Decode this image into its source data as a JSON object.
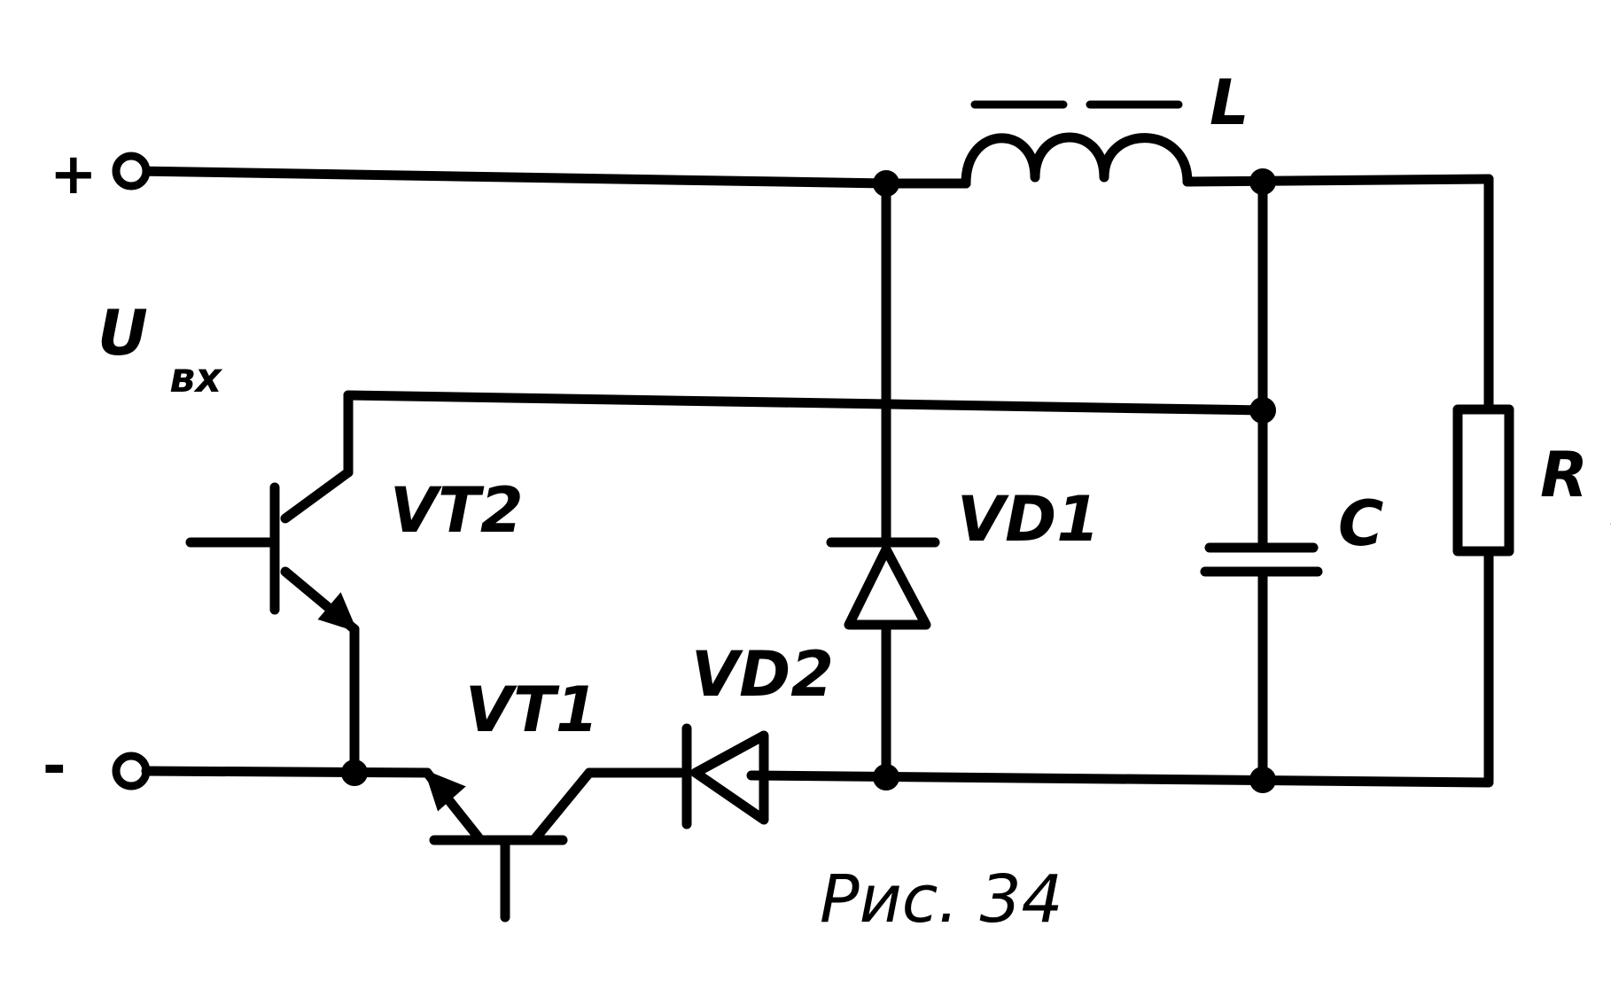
{
  "terminals": {
    "plus_sign": "+",
    "minus_sign": "-"
  },
  "labels": {
    "input_voltage": "U",
    "input_voltage_sub": "вх",
    "inductor": "L",
    "capacitor": "C",
    "load_resistor": "R",
    "load_resistor_sub": "н",
    "transistor_2": "VT2",
    "transistor_1": "VT1",
    "diode_1": "VD1",
    "diode_2": "VD2"
  },
  "caption": "Рис. 34"
}
